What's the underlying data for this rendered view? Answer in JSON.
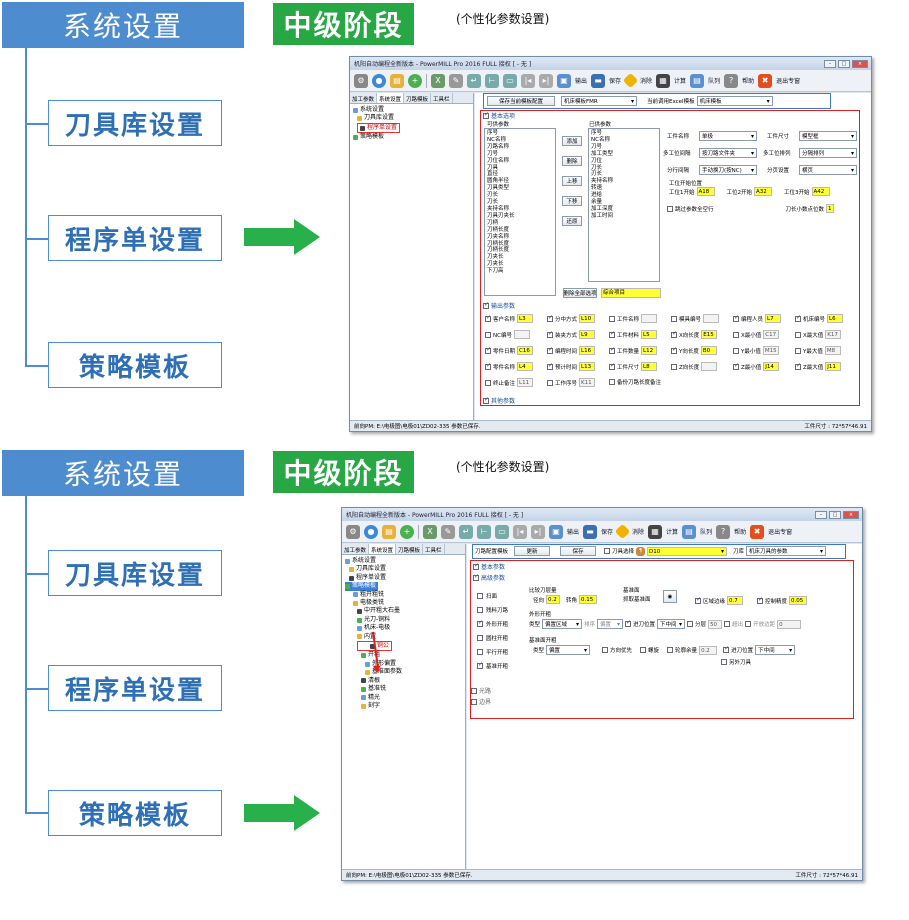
{
  "sections": [
    {
      "header": "系统设置",
      "stage": "中级阶段",
      "stage_note": "(个性化参数设置)",
      "sidebar": [
        "刀具库设置",
        "程序单设置",
        "策略模板"
      ],
      "window": {
        "title": "机阳自动编程全新版本 - PowerMILL Pro 2016 FULL 接权 [ - 无 ]",
        "toolbar": [
          "输出",
          "保存",
          "消除",
          "计算",
          "队列",
          "帮助",
          "退出专窗"
        ],
        "tabs": [
          "加工参数",
          "系统设置",
          "刀路模板",
          "工具栏"
        ],
        "tree": [
          "系统设置",
          "刀具库设置",
          "程序单设置",
          "策略模板"
        ],
        "top_buttons": {
          "save_template": "保存当前模板配置",
          "template_label": "机床模板FMR",
          "excel_label": "当前调用Excel模板",
          "excel_value": "机床模板"
        },
        "basic_section": "基本选项",
        "available_label": "可供参数",
        "used_label": "已供参数",
        "available": [
          "序号",
          "NC名称",
          "刀路名称",
          "刀号",
          "刀位名称",
          "刀具",
          "直径",
          "圆角半径",
          "刀具类型",
          "刃长",
          "刀长",
          "夹持名称",
          "刀具刃夹长",
          "刀柄",
          "刀柄长度",
          "刀夹名称",
          "刀柄长度",
          "刀柄长度",
          "刀夹长",
          "刀夹长",
          "下刀高"
        ],
        "used": [
          "序号",
          "NC名称",
          "刀号",
          "加工类型",
          "刀位",
          "刀长",
          "刃长",
          "夹持名称",
          "转速",
          "进给",
          "余量",
          "加工深度",
          "加工时间"
        ],
        "list_buttons": [
          "添加",
          "删除",
          "上移",
          "下移",
          "还原"
        ],
        "delete_option": "删除全部选项",
        "combined_label": "综合项目",
        "work_params": [
          {
            "label": "工件名称",
            "value": "单极"
          },
          {
            "label": "工件尺寸",
            "value": "模型框"
          },
          {
            "label": "多工位间隔",
            "value": "按刀路文件夹"
          },
          {
            "label": "多工位排列",
            "value": "分隔排列"
          },
          {
            "label": "分行间隔",
            "value": "手动换刀(按NC)"
          },
          {
            "label": "分页设置",
            "value": "横页"
          }
        ],
        "work_start_label": "工位开始位置",
        "work_starts": [
          {
            "label": "工位1开始",
            "value": "A18"
          },
          {
            "label": "工位2开始",
            "value": "A32"
          },
          {
            "label": "工位3开始",
            "value": "A42"
          }
        ],
        "skip_label": "跳过参数全空行",
        "decimal_label": "刀长小数点位数",
        "decimal_value": "1",
        "out_section": "输出参数",
        "out_params": [
          {
            "label": "客户名称",
            "value": "L3",
            "on": true
          },
          {
            "label": "分中方式",
            "value": "L10",
            "on": true
          },
          {
            "label": "工件名称",
            "value": "",
            "on": false
          },
          {
            "label": "模具编号",
            "value": "",
            "on": false
          },
          {
            "label": "编程人员",
            "value": "L7",
            "on": true
          },
          {
            "label": "机床编号",
            "value": "L6",
            "on": true
          },
          {
            "label": "NC编号",
            "value": "",
            "on": false
          },
          {
            "label": "装夹方式",
            "value": "L9",
            "on": true
          },
          {
            "label": "工件材料",
            "value": "L5",
            "on": true
          },
          {
            "label": "X向长度",
            "value": "E15",
            "on": true
          },
          {
            "label": "X最小值",
            "value": "C17",
            "on": false
          },
          {
            "label": "X最大值",
            "value": "K17",
            "on": false
          },
          {
            "label": "零件日期",
            "value": "C16",
            "on": true
          },
          {
            "label": "编程时间",
            "value": "L16",
            "on": true
          },
          {
            "label": "工件数量",
            "value": "L12",
            "on": true
          },
          {
            "label": "Y向长度",
            "value": "B0",
            "on": true
          },
          {
            "label": "Y最小值",
            "value": "M15",
            "on": false
          },
          {
            "label": "Y最大值",
            "value": "M8",
            "on": false
          },
          {
            "label": "零件名称",
            "value": "L4",
            "on": true
          },
          {
            "label": "预计时间",
            "value": "L13",
            "on": true
          },
          {
            "label": "工件尺寸",
            "value": "L8",
            "on": true
          },
          {
            "label": "Z向长度",
            "value": "",
            "on": false
          },
          {
            "label": "Z最小值",
            "value": "J14",
            "on": true
          },
          {
            "label": "Z最大值",
            "value": "J11",
            "on": true
          },
          {
            "label": "终止备注",
            "value": "L11",
            "on": false
          },
          {
            "label": "工作序号",
            "value": "K11",
            "on": false
          },
          {
            "label": "备份刀路长度备注",
            "value": "",
            "on": false
          }
        ],
        "extra_section": "其他参数",
        "status_left": "前向PM: E:\\电极图\\电极01\\ZD02-335 参数已保存.",
        "status_right": "工件尺寸 : 72*57*46.91"
      }
    },
    {
      "header": "系统设置",
      "stage": "中级阶段",
      "stage_note": "(个性化参数设置)",
      "sidebar": [
        "刀具库设置",
        "程序单设置",
        "策略模板"
      ],
      "window": {
        "title": "机阳自动编程全新版本 - PowerMILL Pro 2016 FULL 接权 [ - 无 ]",
        "toolbar": [
          "输出",
          "保存",
          "消除",
          "计算",
          "队列",
          "帮助",
          "退出专窗"
        ],
        "tabs": [
          "加工参数",
          "系统设置",
          "刀路模板",
          "工具栏"
        ],
        "tree": [
          "系统设置",
          "刀具库设置",
          "程序单设置",
          "策略模板",
          "粗开粗铣",
          "电极类铣",
          "中开粗大石墨",
          "光刀-铜料",
          "机床-电极",
          "内置",
          "铜公",
          "开粗",
          "外形偏置",
          "基准面参数",
          "清根",
          "基准铣",
          "精光",
          "刻字"
        ],
        "top": {
          "save_template": "刀路配置模板",
          "btn1": "更新",
          "btn2": "保存",
          "check_label": "刀具选择",
          "tool_value": "D10",
          "tool_label": "刀库",
          "tool_lib": "机床刀具的参数"
        },
        "basic_section": "基本参数",
        "adv_section": "高级参数",
        "left_checks": [
          {
            "label": "扫面",
            "on": false
          },
          {
            "label": "残料刀路",
            "on": false
          },
          {
            "label": "外形开粗",
            "on": true
          },
          {
            "label": "圆柱开粗",
            "on": false
          },
          {
            "label": "平行开粗",
            "on": false
          },
          {
            "label": "基准开粗",
            "on": true
          }
        ],
        "compare": {
          "title": "比较刀层量",
          "diam_label": "径向",
          "diam_value": "0.2",
          "rot_label": "转角",
          "rot_value": "0.15",
          "base_title": "基准面",
          "base_label": "抓取基准面"
        },
        "zone_label": "区域边缘",
        "zone_value": "0.7",
        "fine_label": "控制精度",
        "fine_value": "0.05",
        "outline": {
          "title": "外形开粗",
          "mode_label": "类型",
          "mode_value": "偏置区域",
          "order_label": "排序",
          "order_value": "偏置",
          "cut_label": "进刀位置",
          "cut_value": "下中间",
          "step_label": "分层",
          "step_value": "50",
          "over_label": "超出",
          "open_label": "开放边距",
          "open_value": "0"
        },
        "base": {
          "title": "基准面开粗",
          "type_label": "类型",
          "type_value": "偏置",
          "dir_label": "方向优先",
          "keep_label": "螺旋",
          "edge_label": "轮廓余量",
          "edge_value": "0.2",
          "cut_label": "进刀位置",
          "cut_value": "下中间",
          "extra_label": "另外刀具"
        },
        "bottom_sections": [
          "光路",
          "边界"
        ],
        "status_left": "前向PM: E:\\电极图\\电极01\\ZD02-335 参数已保存.",
        "status_right": "工件尺寸 : 72*57*46.91"
      }
    }
  ],
  "colors": {
    "header_blue": "#4d8ccf",
    "stage_green": "#28a745",
    "arrow_green": "#28b04a",
    "frame_red": "#e02020",
    "frame_blue": "#3a79c6",
    "value_yellow": "#ffff33"
  }
}
